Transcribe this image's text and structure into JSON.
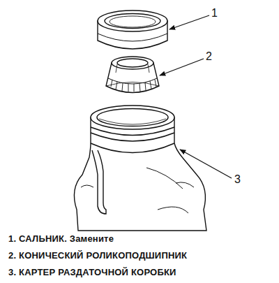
{
  "diagram": {
    "labels": [
      "1",
      "2",
      "3",
      "1. САЛЬНИК. Замените",
      "2. КОНИЧЕСКИЙ РОЛИКОПОДШИПНИК",
      "3. КАРТЕР РАЗДАТОЧНОЙ КОРОБКИ"
    ]
  }
}
